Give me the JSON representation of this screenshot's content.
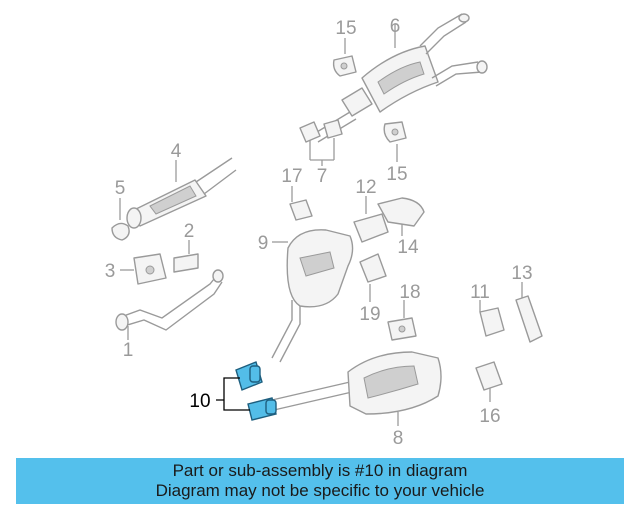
{
  "diagram": {
    "part_numbers": [
      "1",
      "2",
      "3",
      "4",
      "5",
      "6",
      "7",
      "8",
      "9",
      "10",
      "11",
      "12",
      "13",
      "14",
      "15",
      "15",
      "16",
      "17",
      "18",
      "19"
    ],
    "highlighted_part": "10",
    "highlight_color": "#54c0ec",
    "line_color": "#9a9a9a"
  },
  "banner": {
    "line1": "Part or sub-assembly is #10 in diagram",
    "line2": "Diagram may not be specific to your vehicle",
    "background": "#54c0ec"
  }
}
